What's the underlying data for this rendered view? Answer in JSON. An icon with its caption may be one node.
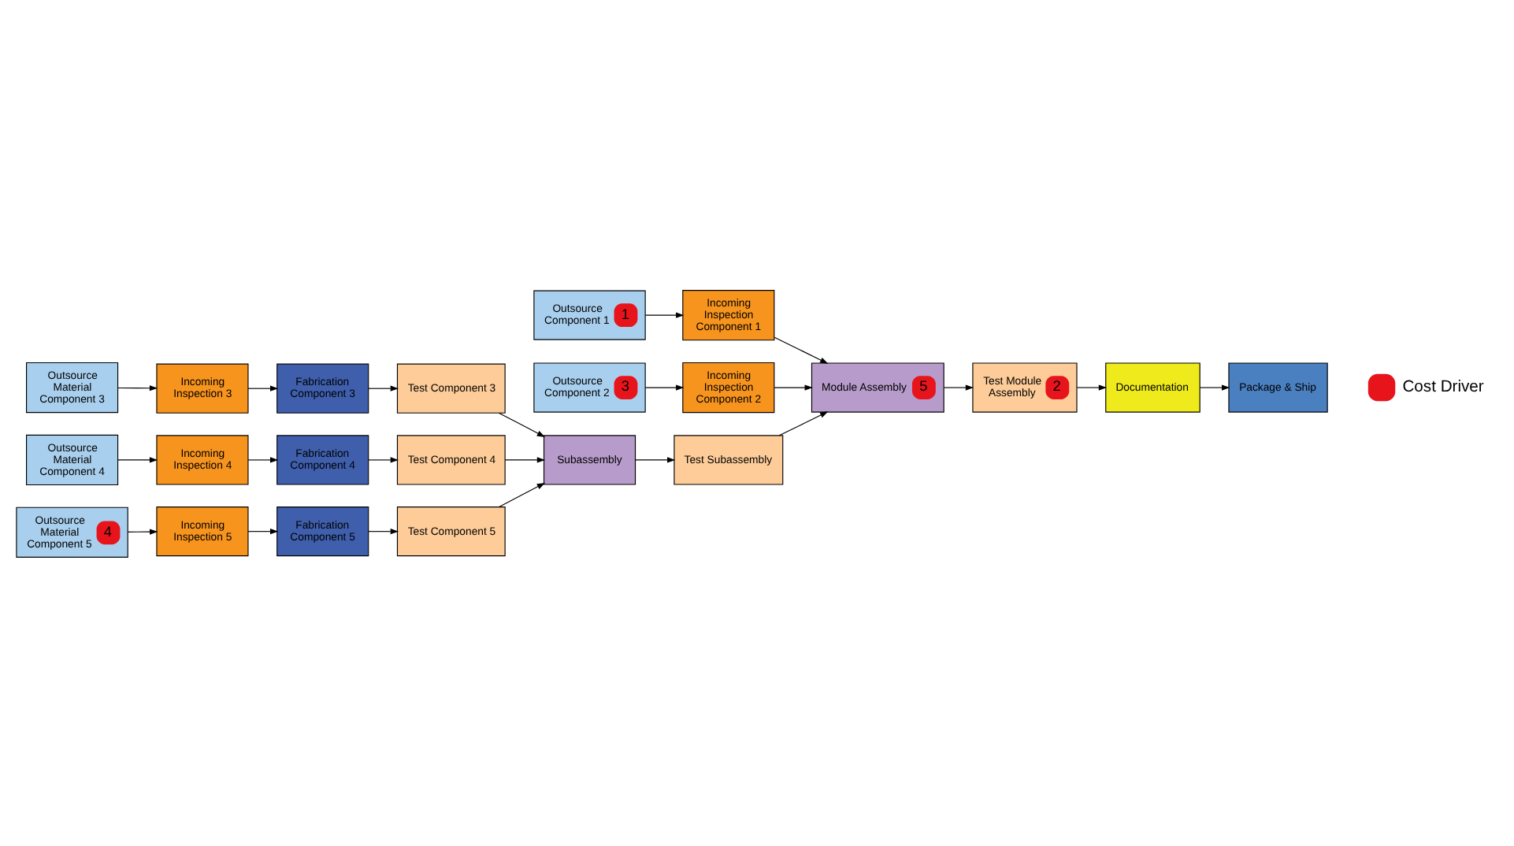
{
  "diagram": {
    "nodes": [
      {
        "text": [
          "Outsource Component 1",
          "1"
        ]
      },
      {
        "text": [
          "Incoming Inspection Component 1"
        ]
      },
      {
        "text": [
          "Outsource Component 2",
          "3"
        ]
      },
      {
        "text": [
          "Incoming Inspection Component 2"
        ]
      },
      {
        "text": [
          "Outsource Material Component 3"
        ]
      },
      {
        "text": [
          "Incoming Inspection 3"
        ]
      },
      {
        "text": [
          "Fabrication Component 3"
        ]
      },
      {
        "text": [
          "Test Component 3"
        ]
      },
      {
        "text": [
          "Outsource Material Component 4"
        ]
      },
      {
        "text": [
          "Incoming Inspection 4"
        ]
      },
      {
        "text": [
          "Fabrication Component 4"
        ]
      },
      {
        "text": [
          "Test Component 4"
        ]
      },
      {
        "text": [
          "Outsource Material Component 5",
          "4"
        ]
      },
      {
        "text": [
          "Incoming Inspection 5"
        ]
      },
      {
        "text": [
          "Fabrication Component 5"
        ]
      },
      {
        "text": [
          "Test Component 5"
        ]
      },
      {
        "text": [
          "Subassembly"
        ]
      },
      {
        "text": [
          "Test Subassembly"
        ]
      },
      {
        "text": [
          "Module Assembly",
          "5"
        ]
      },
      {
        "text": [
          "Test Module Assembly",
          "2"
        ]
      },
      {
        "text": [
          "Documentation"
        ]
      },
      {
        "text": [
          "Package & Ship"
        ]
      }
    ],
    "edges": [
      {
        "from": 0,
        "to": 1,
        "arrow": "to"
      },
      {
        "from": 2,
        "to": 3,
        "arrow": "to"
      },
      {
        "from": 4,
        "to": 5,
        "arrow": "to"
      },
      {
        "from": 5,
        "to": 6,
        "arrow": "to"
      },
      {
        "from": 6,
        "to": 7,
        "arrow": "to"
      },
      {
        "from": 8,
        "to": 9,
        "arrow": "to"
      },
      {
        "from": 9,
        "to": 10,
        "arrow": "to"
      },
      {
        "from": 10,
        "to": 11,
        "arrow": "to"
      },
      {
        "from": 12,
        "to": 13,
        "arrow": "to"
      },
      {
        "from": 13,
        "to": 14,
        "arrow": "to"
      },
      {
        "from": 14,
        "to": 15,
        "arrow": "to"
      },
      {
        "from": 1,
        "to": 18,
        "arrow": "to"
      },
      {
        "from": 3,
        "to": 18,
        "arrow": "to"
      },
      {
        "from": 7,
        "to": 16,
        "arrow": "to"
      },
      {
        "from": 11,
        "to": 16,
        "arrow": "to"
      },
      {
        "from": 15,
        "to": 16,
        "arrow": "to"
      },
      {
        "from": 16,
        "to": 17,
        "arrow": "to"
      },
      {
        "from": 17,
        "to": 18,
        "arrow": "to"
      },
      {
        "from": 18,
        "to": 19,
        "arrow": "to"
      },
      {
        "from": 19,
        "to": 20,
        "arrow": "to"
      },
      {
        "from": 20,
        "to": 21,
        "arrow": "to"
      }
    ],
    "legend": [
      {
        "text": "Cost Driver",
        "color": "#e8141c"
      }
    ]
  }
}
